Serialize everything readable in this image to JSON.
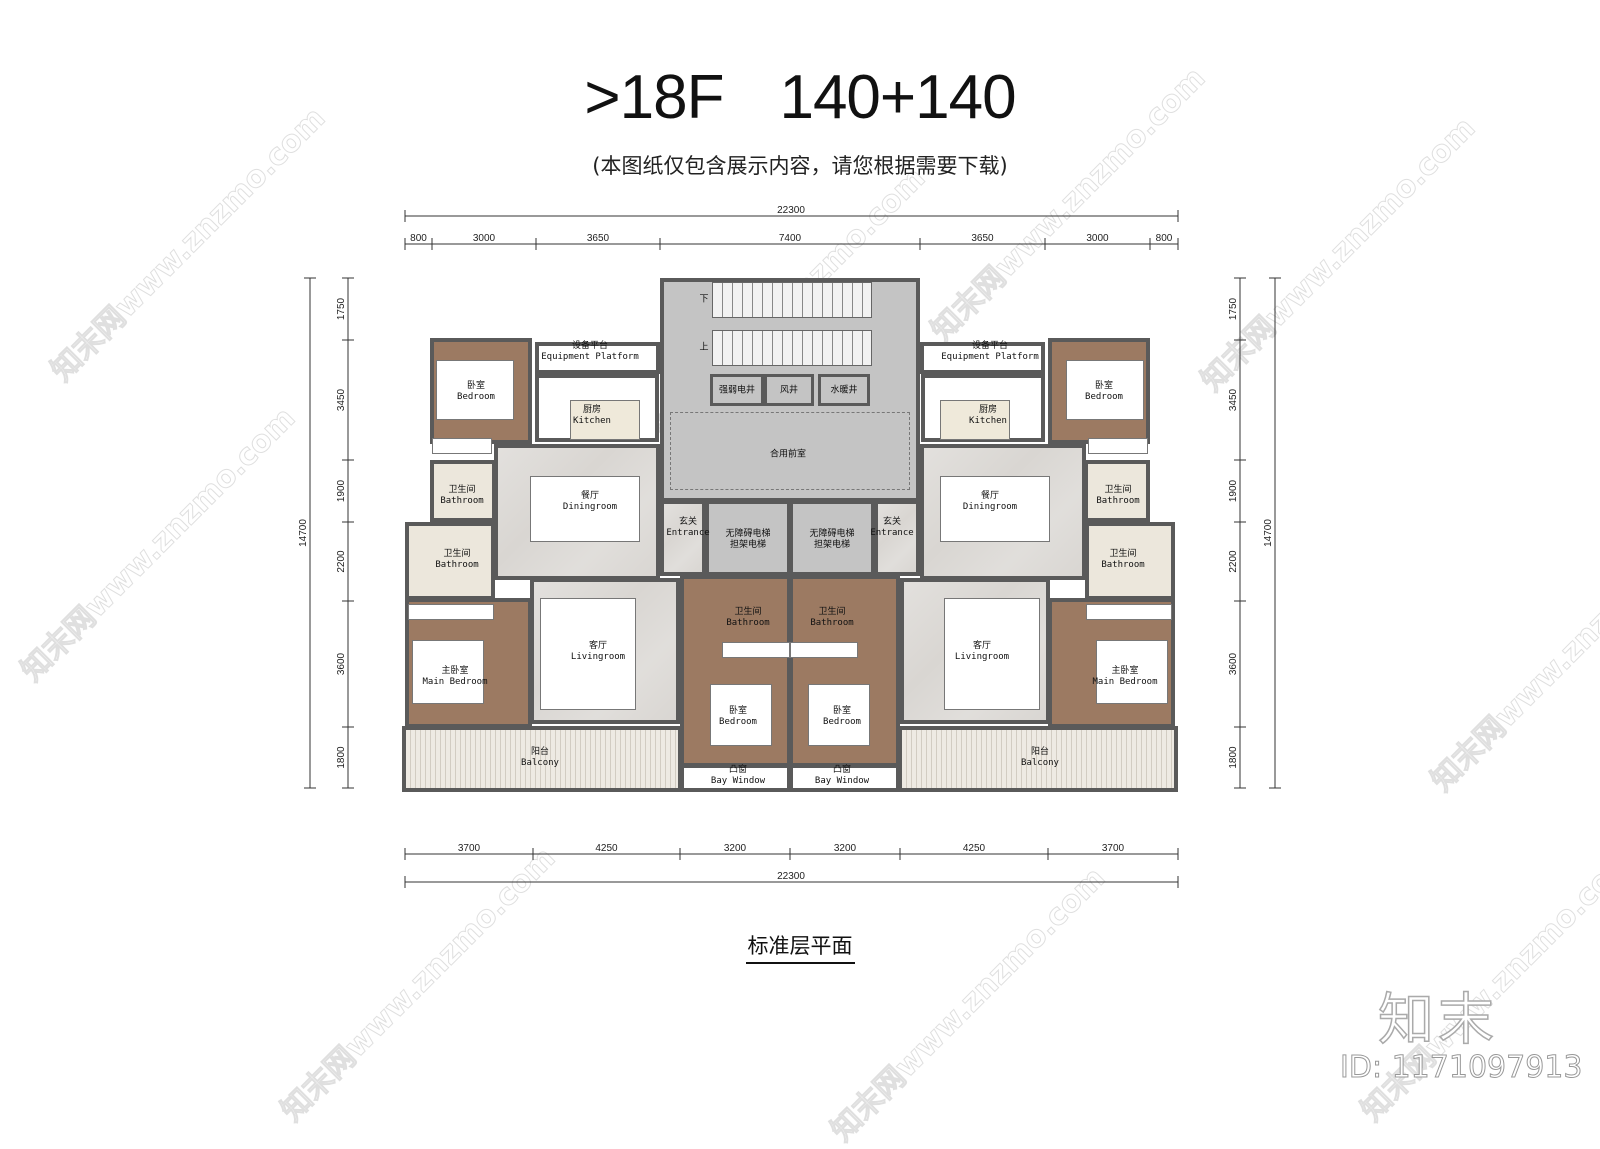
{
  "header": {
    "floor": ">18F",
    "units": "140+140",
    "note": "(本图纸仅包含展示内容，请您根据需要下载)"
  },
  "dimensions": {
    "top_total": "22300",
    "top": [
      "800",
      "3000",
      "3650",
      "7400",
      "3650",
      "3000",
      "800"
    ],
    "bottom": [
      "3700",
      "4250",
      "3200",
      "3200",
      "4250",
      "3700"
    ],
    "bottom_total": "22300",
    "left": [
      "1750",
      "3450",
      "1900",
      "2200",
      "3600",
      "1800"
    ],
    "left_total": "14700",
    "right": [
      "1750",
      "3450",
      "1900",
      "2200",
      "3600",
      "1800"
    ],
    "right_total": "14700"
  },
  "rooms": {
    "bedroom_small": {
      "zh": "卧室",
      "en": "Bedroom"
    },
    "equipment": {
      "zh": "设备平台",
      "en": "Equipment Platform"
    },
    "kitchen": {
      "zh": "厨房",
      "en": "Kitchen"
    },
    "bathroom": {
      "zh": "卫生间",
      "en": "Bathroom"
    },
    "dining": {
      "zh": "餐厅",
      "en": "Diningroom"
    },
    "master": {
      "zh": "主卧室",
      "en": "Main  Bedroom"
    },
    "living": {
      "zh": "客厅",
      "en": "Livingroom"
    },
    "balcony": {
      "zh": "阳台",
      "en": "Balcony"
    },
    "entrance": {
      "zh": "玄关",
      "en": "Entrance"
    },
    "bedroom": {
      "zh": "卧室",
      "en": "Bedroom"
    },
    "bay": {
      "zh": "凸窗",
      "en": "Bay Window"
    },
    "elevator": {
      "zh": "无障碍电梯",
      "en": "担架电梯"
    }
  },
  "core": {
    "shaft_power": "强弱电井",
    "shaft_air": "风井",
    "shaft_water": "水暖井",
    "lobby": "合用前室",
    "stair_down": "下",
    "stair_up": "上"
  },
  "plan_title": "标准层平面",
  "watermark": "知末网www.znzmo.com",
  "logo": "知末",
  "image_id": "ID: 1171097913",
  "colors": {
    "wood": "#9c7a62",
    "marble": "#d9d6d2",
    "core": "#c4c4c4",
    "wall": "#5a5a5a"
  }
}
